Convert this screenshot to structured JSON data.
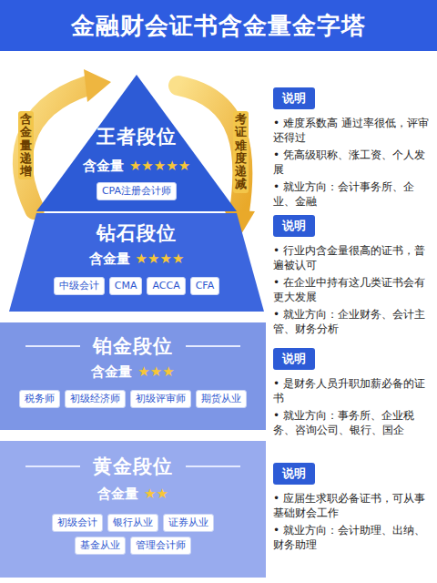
{
  "diagram": {
    "title": "金融财会证书含金量金字塔",
    "nodes": [
      {
        "text": [
          "王者段位",
          "含金量",
          "★★★★★"
        ]
      },
      {
        "text": [
          "CPA注册会计师"
        ],
        "in": 0
      },
      {
        "text": [
          "说明",
          "• 难度系数高 通过率很低，评审还得过",
          "• 凭高级职称、涨工资、个人发展",
          "• 就业方向：会计事务所、企业、金融"
        ]
      },
      {
        "text": [
          "钻石段位",
          "含金量",
          "★★★★"
        ]
      },
      {
        "text": [
          "中级会计"
        ],
        "in": 3
      },
      {
        "text": [
          "CMA"
        ],
        "in": 3
      },
      {
        "text": [
          "ACCA"
        ],
        "in": 3
      },
      {
        "text": [
          "CFA"
        ],
        "in": 3
      },
      {
        "text": [
          "说明",
          "• 行业内含金量很高的证书，普遍被认可",
          "• 在企业中持有这几类证书会有更大发展",
          "• 就业方向：企业财务、会计主管、财务分析"
        ]
      },
      {
        "text": [
          "铂金段位",
          "含金量",
          "★★★"
        ]
      },
      {
        "text": [
          "税务师"
        ],
        "in": 9
      },
      {
        "text": [
          "初级经济师"
        ],
        "in": 9
      },
      {
        "text": [
          "初级评审师"
        ],
        "in": 9
      },
      {
        "text": [
          "期货从业"
        ],
        "in": 9
      },
      {
        "text": [
          "说明",
          "• 是财务人员升职加薪必备的证书",
          "• 就业方向：事务所、企业税务、咨询公司、银行、国企"
        ]
      },
      {
        "text": [
          "黄金段位",
          "含金量",
          "★★"
        ]
      },
      {
        "text": [
          "初级会计"
        ],
        "in": 15
      },
      {
        "text": [
          "银行从业"
        ],
        "in": 15
      },
      {
        "text": [
          "证券从业"
        ],
        "in": 15
      },
      {
        "text": [
          "基金从业"
        ],
        "in": 15
      },
      {
        "text": [
          "管理会计师"
        ],
        "in": 15
      },
      {
        "text": [
          "说明",
          "• 应届生求职必备证书，可从事基础财会工作",
          "• 就业方向：会计助理、出纳、财务助理"
        ]
      }
    ],
    "labels": [
      "含金量递增",
      "考证难度递减"
    ]
  }
}
